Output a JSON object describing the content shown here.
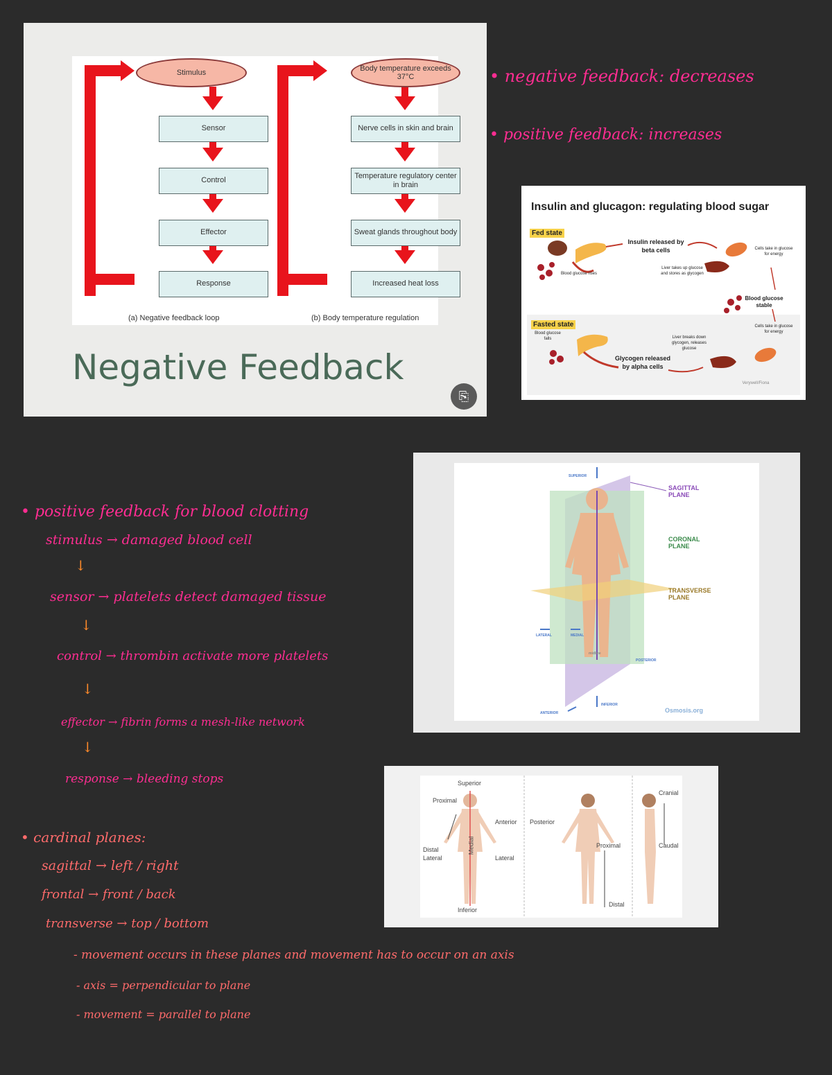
{
  "slide_negative_feedback": {
    "title": "Negative Feedback",
    "loop_a": {
      "stimulus": "Stimulus",
      "steps": [
        "Sensor",
        "Control",
        "Effector",
        "Response"
      ],
      "caption": "(a) Negative feedback loop"
    },
    "loop_b": {
      "stimulus": "Body temperature exceeds 37°C",
      "steps": [
        "Nerve cells in skin and brain",
        "Temperature regulatory center in brain",
        "Sweat glands throughout body",
        "Increased heat loss"
      ],
      "caption": "(b) Body temperature regulation"
    },
    "colors": {
      "arrow": "#e8141c",
      "oval": "#f6b7a6",
      "box": "#dff0f0",
      "title": "#4a6a58"
    },
    "scan_icon": "scan-text-icon"
  },
  "notes_top": [
    "• negative feedback: decreases",
    "• positive feedback: increases"
  ],
  "insulin_card": {
    "title": "Insulin and glucagon: regulating blood sugar",
    "fed_state": "Fed state",
    "insulin_released": "Insulin released by beta cells",
    "cells_take_in_1": "Cells take in glucose for energy",
    "liver_takes_up": "Liver takes up glucose and stores as glycogen",
    "blood_glucose_rises": "Blood glucose rises",
    "blood_glucose_stable": "Blood glucose stable",
    "fasted_state": "Fasted state",
    "blood_glucose_falls": "Blood glucose falls",
    "liver_breaks_down": "Liver breaks down glycogen, releases glucose",
    "glycogen_released": "Glycogen released by alpha cells",
    "cells_take_in_2": "Cells take in glucose for energy",
    "source": "Verywell/Fiona"
  },
  "body_planes": {
    "superior": "SUPERIOR",
    "sagittal": "SAGITTAL PLANE",
    "coronal": "CORONAL PLANE",
    "transverse": "TRANSVERSE PLANE",
    "lateral": "LATERAL",
    "medial": "MEDIAL",
    "midline": "midline",
    "posterior": "POSTERIOR",
    "anterior": "ANTERIOR",
    "inferior": "INFERIOR",
    "source": "Osmosis.org"
  },
  "directions": {
    "superior": "Superior",
    "proximal": "Proximal",
    "distal": "Distal",
    "lateral_left": "Lateral",
    "medial": "Medial",
    "anterior": "Anterior",
    "posterior": "Posterior",
    "lateral_right": "Lateral",
    "inferior": "Inferior",
    "proximal_back": "Proximal",
    "distal_back": "Distal",
    "cranial": "Cranial",
    "caudal": "Caudal"
  },
  "notes_positive_feedback": {
    "heading": "• positive feedback for blood clotting",
    "lines": [
      "stimulus → damaged blood cell",
      "sensor → platelets detect damaged tissue",
      "control → thrombin activate more platelets",
      "effector → fibrin forms a mesh-like network",
      "response → bleeding stops"
    ],
    "down_arrow": "↓"
  },
  "notes_planes": {
    "heading": "• cardinal planes:",
    "lines": [
      "sagittal → left / right",
      "frontal → front / back",
      "transverse → top / bottom"
    ],
    "sub_lines": [
      "- movement occurs in these planes and movement has to occur on an axis",
      "- axis = perpendicular to plane",
      "- movement = parallel to plane"
    ]
  }
}
